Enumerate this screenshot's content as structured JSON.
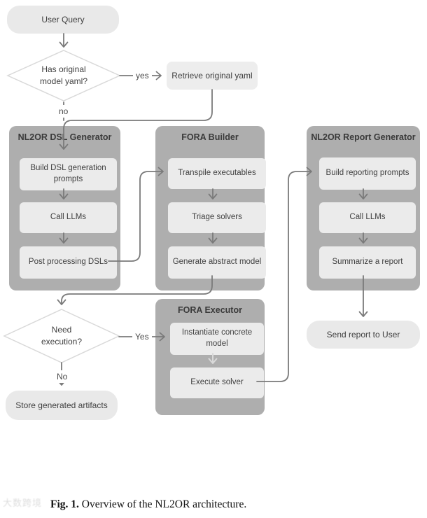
{
  "figure": {
    "caption_label": "Fig. 1.",
    "caption_text": " Overview of the NL2OR architecture."
  },
  "watermark": "大数跨境",
  "flow": {
    "start": "User Query",
    "decision1": {
      "line1": "Has original",
      "line2": "model yaml?",
      "yes": "yes",
      "no": "no"
    },
    "retrieve": "Retrieve original yaml",
    "containers": [
      {
        "title": "NL2OR DSL Generator",
        "boxes": [
          "Build DSL generation prompts",
          "Call LLMs",
          "Post processing DSLs"
        ]
      },
      {
        "title": "FORA Builder",
        "boxes": [
          "Transpile executables",
          "Triage solvers",
          "Generate abstract model"
        ]
      },
      {
        "title": "NL2OR Report Generator",
        "boxes": [
          "Build reporting prompts",
          "Call LLMs",
          "Summarize a report"
        ]
      },
      {
        "title": "FORA Executor",
        "boxes": [
          "Instantiate concrete model",
          "Execute solver"
        ]
      }
    ],
    "decision2": {
      "line1": "Need",
      "line2": "execution?",
      "yes": "Yes",
      "no": "No"
    },
    "store": "Store generated artifacts",
    "send": "Send report to User"
  },
  "colors": {
    "container_bg": "#aeaeae",
    "inner_box_bg": "#ebebeb",
    "terminal_bg": "#e9e9e9",
    "connector_line": "#7a7a7a",
    "light_arrow": "#d9d9d9",
    "diamond_border": "#d9d9d9",
    "text": "#3f3f3f"
  }
}
